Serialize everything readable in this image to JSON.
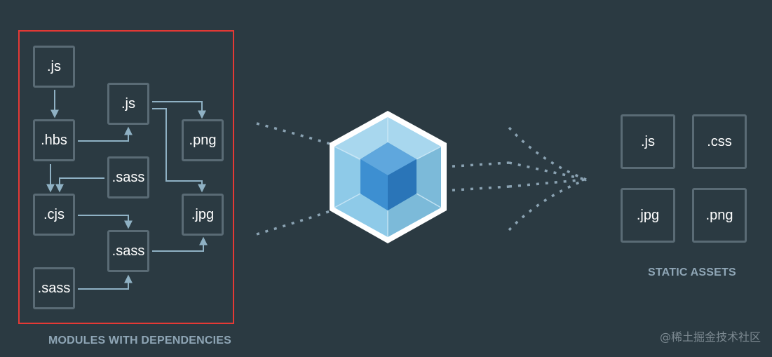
{
  "colors": {
    "background": "#2b3a42",
    "box_border": "#5a6b75",
    "highlight_border": "#e53935",
    "arrow": "#8fb1c4",
    "caption": "#8fa6b6",
    "cube_outer": "#8ed6fb",
    "cube_inner": "#1c78c0"
  },
  "modules": {
    "caption": "MODULES WITH DEPENDENCIES",
    "items": [
      ".js",
      ".hbs",
      ".cjs",
      ".sass",
      ".js",
      ".sass",
      ".sass",
      ".png",
      ".jpg"
    ]
  },
  "assets": {
    "caption": "STATIC ASSETS",
    "items": [
      ".js",
      ".css",
      ".jpg",
      ".png"
    ]
  },
  "watermark": "@稀土掘金技术社区"
}
